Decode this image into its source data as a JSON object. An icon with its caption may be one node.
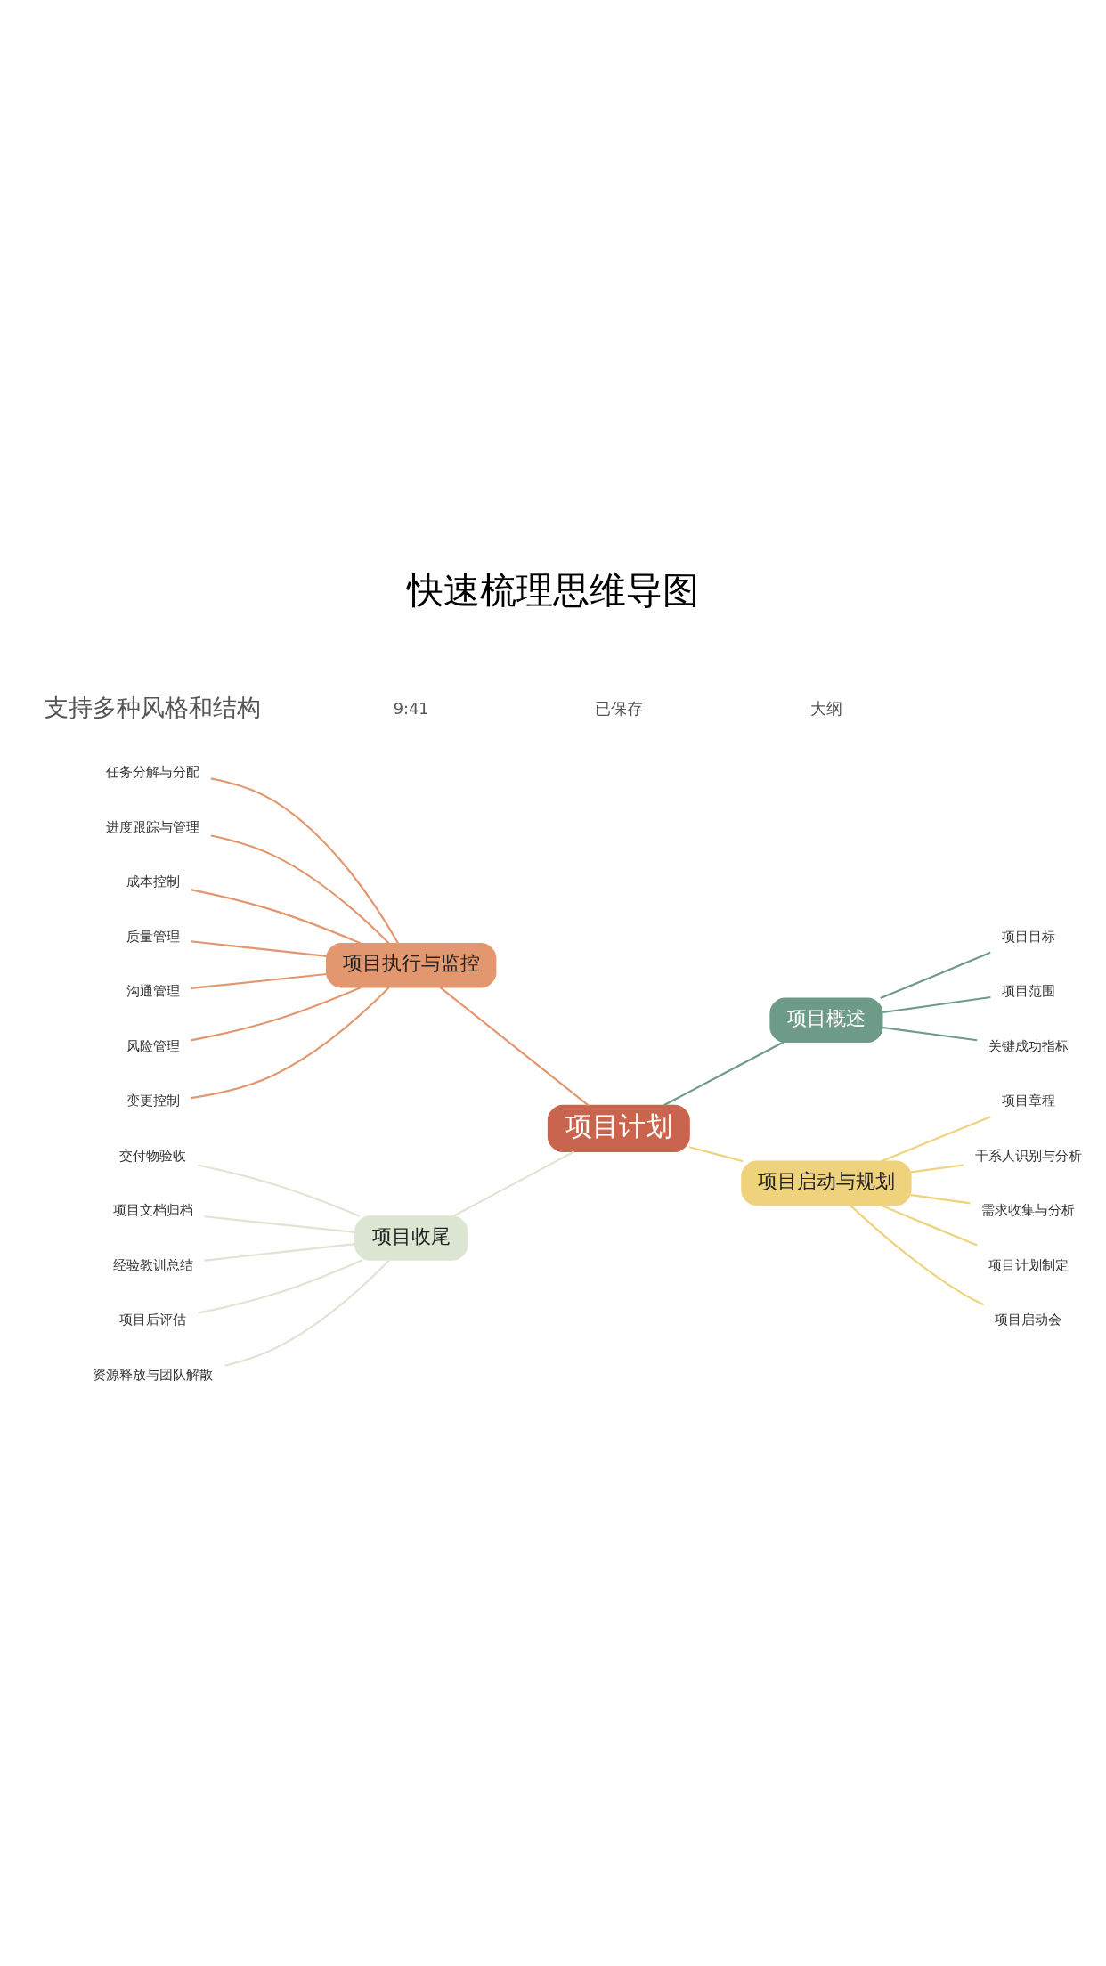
{
  "diagram": {
    "title": "快速梳理思维导图",
    "nodes": [
      {
        "text": [
          "项目计划"
        ]
      },
      {
        "text": [
          "项目执行与监控"
        ]
      },
      {
        "text": [
          "任务分解与分配"
        ]
      },
      {
        "text": [
          "进度跟踪与管理"
        ]
      },
      {
        "text": [
          "成本控制"
        ]
      },
      {
        "text": [
          "质量管理"
        ]
      },
      {
        "text": [
          "沟通管理"
        ]
      },
      {
        "text": [
          "风险管理"
        ]
      },
      {
        "text": [
          "变更控制"
        ]
      },
      {
        "text": [
          "项目收尾"
        ]
      },
      {
        "text": [
          "交付物验收"
        ]
      },
      {
        "text": [
          "项目文档归档"
        ]
      },
      {
        "text": [
          "经验教训总结"
        ]
      },
      {
        "text": [
          "项目后评估"
        ]
      },
      {
        "text": [
          "资源释放与团队解散"
        ]
      },
      {
        "text": [
          "项目概述"
        ]
      },
      {
        "text": [
          "项目目标"
        ]
      },
      {
        "text": [
          "项目范围"
        ]
      },
      {
        "text": [
          "关键成功指标"
        ]
      },
      {
        "text": [
          "项目启动与规划"
        ]
      },
      {
        "text": [
          "项目章程"
        ]
      },
      {
        "text": [
          "干系人识别与分析"
        ]
      },
      {
        "text": [
          "需求收集与分析"
        ]
      },
      {
        "text": [
          "项目计划制定"
        ]
      },
      {
        "text": [
          "项目启动会"
        ]
      }
    ],
    "edges": [
      {
        "from": 0,
        "to": 1,
        "arrow": "none"
      },
      {
        "from": 1,
        "to": 2,
        "arrow": "none"
      },
      {
        "from": 1,
        "to": 3,
        "arrow": "none"
      },
      {
        "from": 1,
        "to": 4,
        "arrow": "none"
      },
      {
        "from": 1,
        "to": 5,
        "arrow": "none"
      },
      {
        "from": 1,
        "to": 6,
        "arrow": "none"
      },
      {
        "from": 1,
        "to": 7,
        "arrow": "none"
      },
      {
        "from": 1,
        "to": 8,
        "arrow": "none"
      },
      {
        "from": 0,
        "to": 9,
        "arrow": "none",
        "color": "#dde6d3"
      },
      {
        "from": 9,
        "to": 10,
        "arrow": "none",
        "color": "#dde6d3"
      },
      {
        "from": 9,
        "to": 11,
        "arrow": "none",
        "color": "#dde6d3"
      },
      {
        "from": 9,
        "to": 12,
        "arrow": "none",
        "color": "#dde6d3"
      },
      {
        "from": 9,
        "to": 13,
        "arrow": "none",
        "color": "#dde6d3"
      },
      {
        "from": 9,
        "to": 14,
        "arrow": "none",
        "color": "#dde6d3"
      },
      {
        "from": 0,
        "to": 15,
        "arrow": "none",
        "color": "#6e9a88"
      },
      {
        "from": 15,
        "to": 16,
        "arrow": "none",
        "color": "#6e9a88"
      },
      {
        "from": 15,
        "to": 17,
        "arrow": "none",
        "color": "#6e9a88"
      },
      {
        "from": 15,
        "to": 18,
        "arrow": "none",
        "color": "#6e9a88"
      },
      {
        "from": 0,
        "to": 19,
        "arrow": "none",
        "color": "#efd27c"
      },
      {
        "from": 19,
        "to": 20,
        "arrow": "none",
        "color": "#efd27c"
      },
      {
        "from": 19,
        "to": 21,
        "arrow": "none",
        "color": "#efd27c"
      },
      {
        "from": 19,
        "to": 22,
        "arrow": "none",
        "color": "#efd27c"
      },
      {
        "from": 19,
        "to": 23,
        "arrow": "none",
        "color": "#efd27c"
      },
      {
        "from": 19,
        "to": 24,
        "arrow": "none",
        "color": "#efd27c"
      }
    ],
    "labels": [
      "支持多种风格和结构",
      "9:41",
      "已保存",
      "大纲"
    ]
  }
}
